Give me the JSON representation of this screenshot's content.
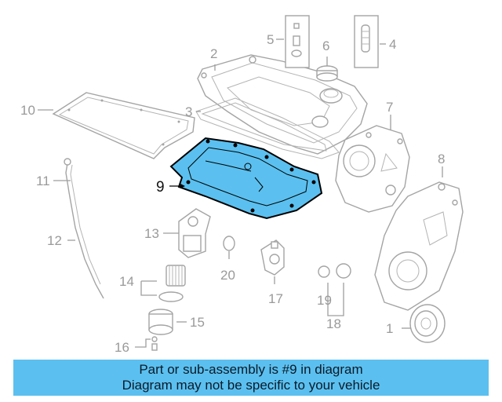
{
  "callouts": {
    "c1": "1",
    "c2": "2",
    "c3": "3",
    "c4": "4",
    "c5": "5",
    "c6": "6",
    "c7": "7",
    "c8": "8",
    "c9": "9",
    "c10": "10",
    "c11": "11",
    "c12": "12",
    "c13": "13",
    "c14": "14",
    "c15": "15",
    "c16": "16",
    "c17": "17",
    "c18": "18",
    "c19": "19",
    "c20": "20"
  },
  "highlighted_part": "9",
  "colors": {
    "highlight_fill": "#5bc0ef",
    "outline": "#000000",
    "line_art": "#a4a4a4",
    "banner": "#5bc0ef"
  },
  "banner": {
    "line1": "Part or sub-assembly is #9 in diagram",
    "line2": "Diagram may not be specific to your vehicle"
  }
}
